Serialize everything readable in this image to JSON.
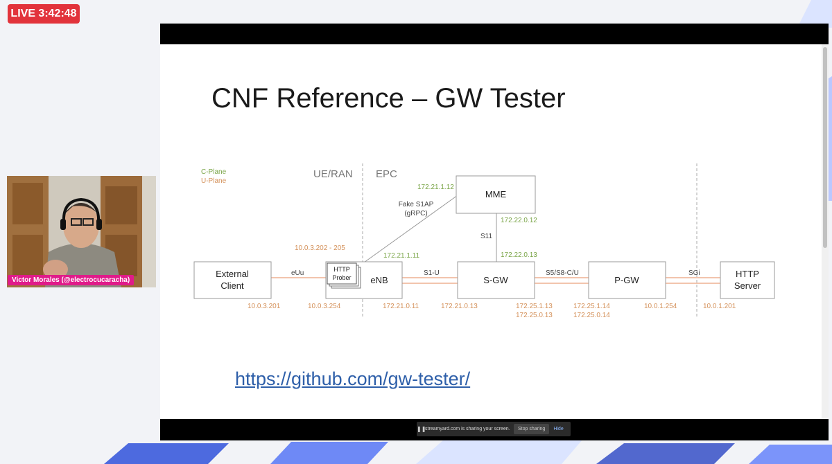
{
  "stream": {
    "live_label": "LIVE 3:42:48",
    "presenter_name": "Victor Morales (@electrocucaracha)"
  },
  "slide": {
    "title": "CNF Reference – GW Tester",
    "link": "https://github.com/gw-tester/",
    "legend": {
      "c_plane": "C-Plane",
      "u_plane": "U-Plane"
    },
    "zones": {
      "ue_ran": "UE/RAN",
      "epc": "EPC"
    },
    "nodes": {
      "external_client": [
        "External",
        "Client"
      ],
      "http_prober": [
        "HTTP",
        "Prober"
      ],
      "enb": "eNB",
      "sgw": "S-GW",
      "pgw": "P-GW",
      "http_server": [
        "HTTP",
        "Server"
      ],
      "mme": "MME"
    },
    "interfaces": {
      "euu": "eUu",
      "s1u": "S1-U",
      "s5s8": "S5/S8-C/U",
      "sgi": "SGi",
      "s11": "S11",
      "fake_s1ap": [
        "Fake S1AP",
        "(gRPC)"
      ]
    },
    "ip_labels": {
      "mme_left": "172.21.1.12",
      "mme_bottom": "172.22.0.12",
      "sgw_top": "172.22.0.13",
      "enb_top": "172.21.1.11",
      "prober_range": "10.0.3.202 - 205",
      "client": "10.0.3.201",
      "enb_left": "10.0.3.254",
      "enb_right": "172.21.0.11",
      "sgw_left": "172.21.0.13",
      "sgw_right": [
        "172.25.1.13",
        "172.25.0.13"
      ],
      "pgw_left": [
        "172.25.1.14",
        "172.25.0.14"
      ],
      "pgw_right": "10.0.1.254",
      "server": "10.0.1.201"
    },
    "colors": {
      "c_plane": "#7aa548",
      "u_plane": "#d4915a"
    }
  },
  "share_bar": {
    "message": "streamyard.com is sharing your screen.",
    "stop_label": "Stop sharing",
    "hide_label": "Hide"
  }
}
